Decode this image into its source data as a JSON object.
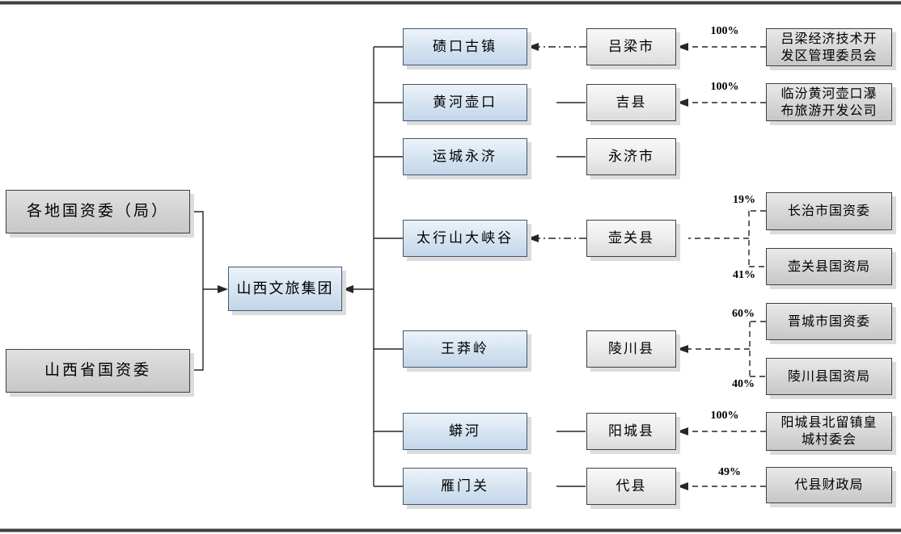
{
  "root": {
    "label": "山西文旅集团"
  },
  "owners": [
    {
      "label": "各地国资委（局）"
    },
    {
      "label": "山西省国资委"
    }
  ],
  "rows": [
    {
      "scenic": "碛口古镇",
      "region": "吕梁市",
      "links": [
        {
          "percent": "100%",
          "holder": "吕梁经济技术开发区管理委员会"
        }
      ]
    },
    {
      "scenic": "黄河壶口",
      "region": "吉县",
      "links": [
        {
          "percent": "100%",
          "holder": "临汾黄河壶口瀑布旅游开发公司"
        }
      ]
    },
    {
      "scenic": "运城永济",
      "region": "永济市",
      "links": []
    },
    {
      "scenic": "太行山大峡谷",
      "region": "壶关县",
      "links": [
        {
          "percent": "19%",
          "holder": "长治市国资委"
        },
        {
          "percent": "41%",
          "holder": "壶关县国资局"
        }
      ]
    },
    {
      "scenic": "王莽岭",
      "region": "陵川县",
      "links": [
        {
          "percent": "60%",
          "holder": "晋城市国资委"
        },
        {
          "percent": "40%",
          "holder": "陵川县国资局"
        }
      ]
    },
    {
      "scenic": "蟒河",
      "region": "阳城县",
      "links": [
        {
          "percent": "100%",
          "holder": "阳城县北留镇皇城村委会"
        }
      ]
    },
    {
      "scenic": "雁门关",
      "region": "代县",
      "links": [
        {
          "percent": "49%",
          "holder": "代县财政局"
        }
      ]
    }
  ],
  "colors": {
    "scenic_box_fill_top": "#ecf3fa",
    "scenic_box_fill_bottom": "#c2d6ea",
    "scenic_box_border": "#44586e",
    "region_box_fill_top": "#f8f8f8",
    "region_box_fill_bottom": "#dcdcdc",
    "holder_box_fill_top": "#e9e9e9",
    "holder_box_fill_bottom": "#c7c7c7",
    "owner_box_fill_top": "#e0e0e0",
    "owner_box_fill_bottom": "#c8c8c8",
    "box_border": "#3f3f3f",
    "line_color": "#262626",
    "rule_color": "#3f3f3f"
  }
}
